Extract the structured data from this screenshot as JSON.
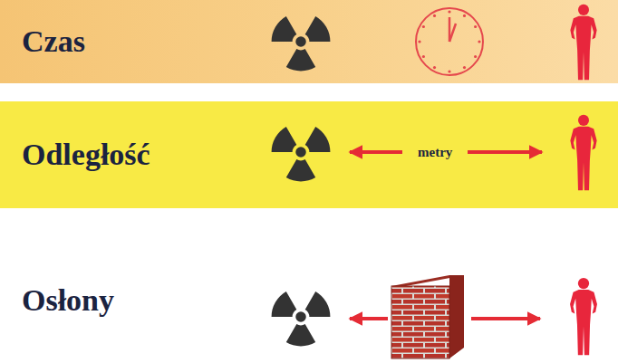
{
  "diagram": {
    "nodes": [
      {
        "text": [
          "Czas"
        ]
      },
      {
        "text": [
          "Odległość"
        ]
      },
      {
        "text": [
          "Osłony"
        ]
      }
    ],
    "labels": [
      "metry"
    ]
  }
}
